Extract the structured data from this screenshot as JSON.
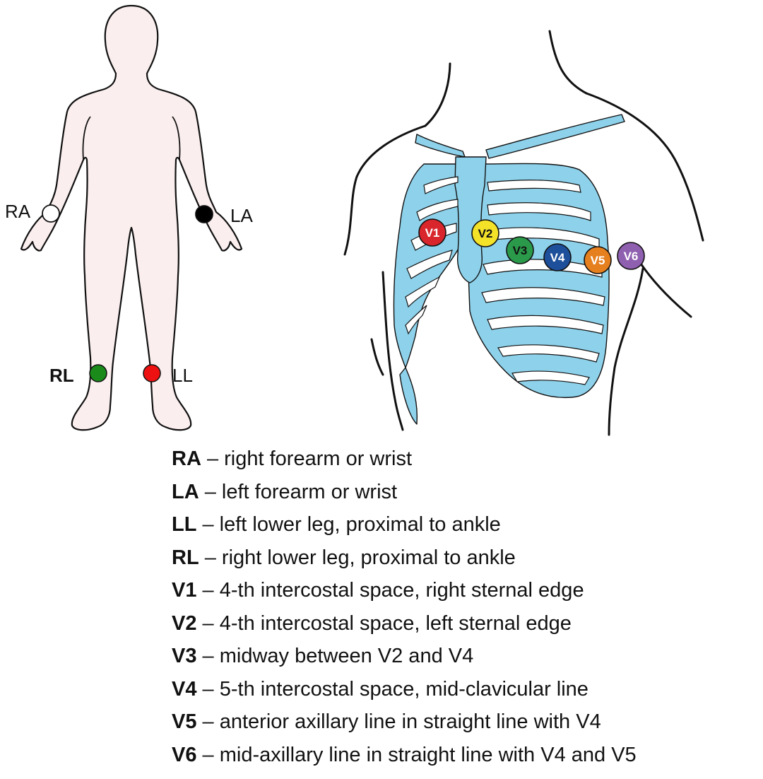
{
  "colors": {
    "body_fill": "#fbeeee",
    "rib_fill": "#8ed1ea",
    "outline": "#111111",
    "RA": "#ffffff",
    "LA": "#000000",
    "RL": "#1a8a1a",
    "LL": "#ee1111",
    "V1": "#d8262c",
    "V2": "#f4e229",
    "V3": "#2a9a4a",
    "V4": "#1d4f9a",
    "V5": "#e67f1e",
    "V6": "#8f5fb0"
  },
  "limb_electrodes": {
    "RA": "RA",
    "LA": "LA",
    "RL": "RL",
    "LL": "LL"
  },
  "chest_electrodes": {
    "V1": "V1",
    "V2": "V2",
    "V3": "V3",
    "V4": "V4",
    "V5": "V5",
    "V6": "V6"
  },
  "legend": [
    {
      "code": "RA",
      "text": " – right forearm or wrist"
    },
    {
      "code": "LA",
      "text": " – left forearm or wrist"
    },
    {
      "code": "LL",
      "text": " – left lower leg, proximal to ankle"
    },
    {
      "code": "RL",
      "text": " – right lower leg, proximal to ankle"
    },
    {
      "code": "V1",
      "text": " – 4-th intercostal space, right sternal edge"
    },
    {
      "code": "V2",
      "text": " – 4-th intercostal space, left sternal edge"
    },
    {
      "code": "V3",
      "text": " – midway between V2 and V4"
    },
    {
      "code": "V4",
      "text": " – 5-th intercostal space, mid-clavicular line"
    },
    {
      "code": "V5",
      "text": " – anterior axillary line in straight line with V4"
    },
    {
      "code": "V6",
      "text": " – mid-axillary line in straight line with V4 and V5"
    }
  ]
}
